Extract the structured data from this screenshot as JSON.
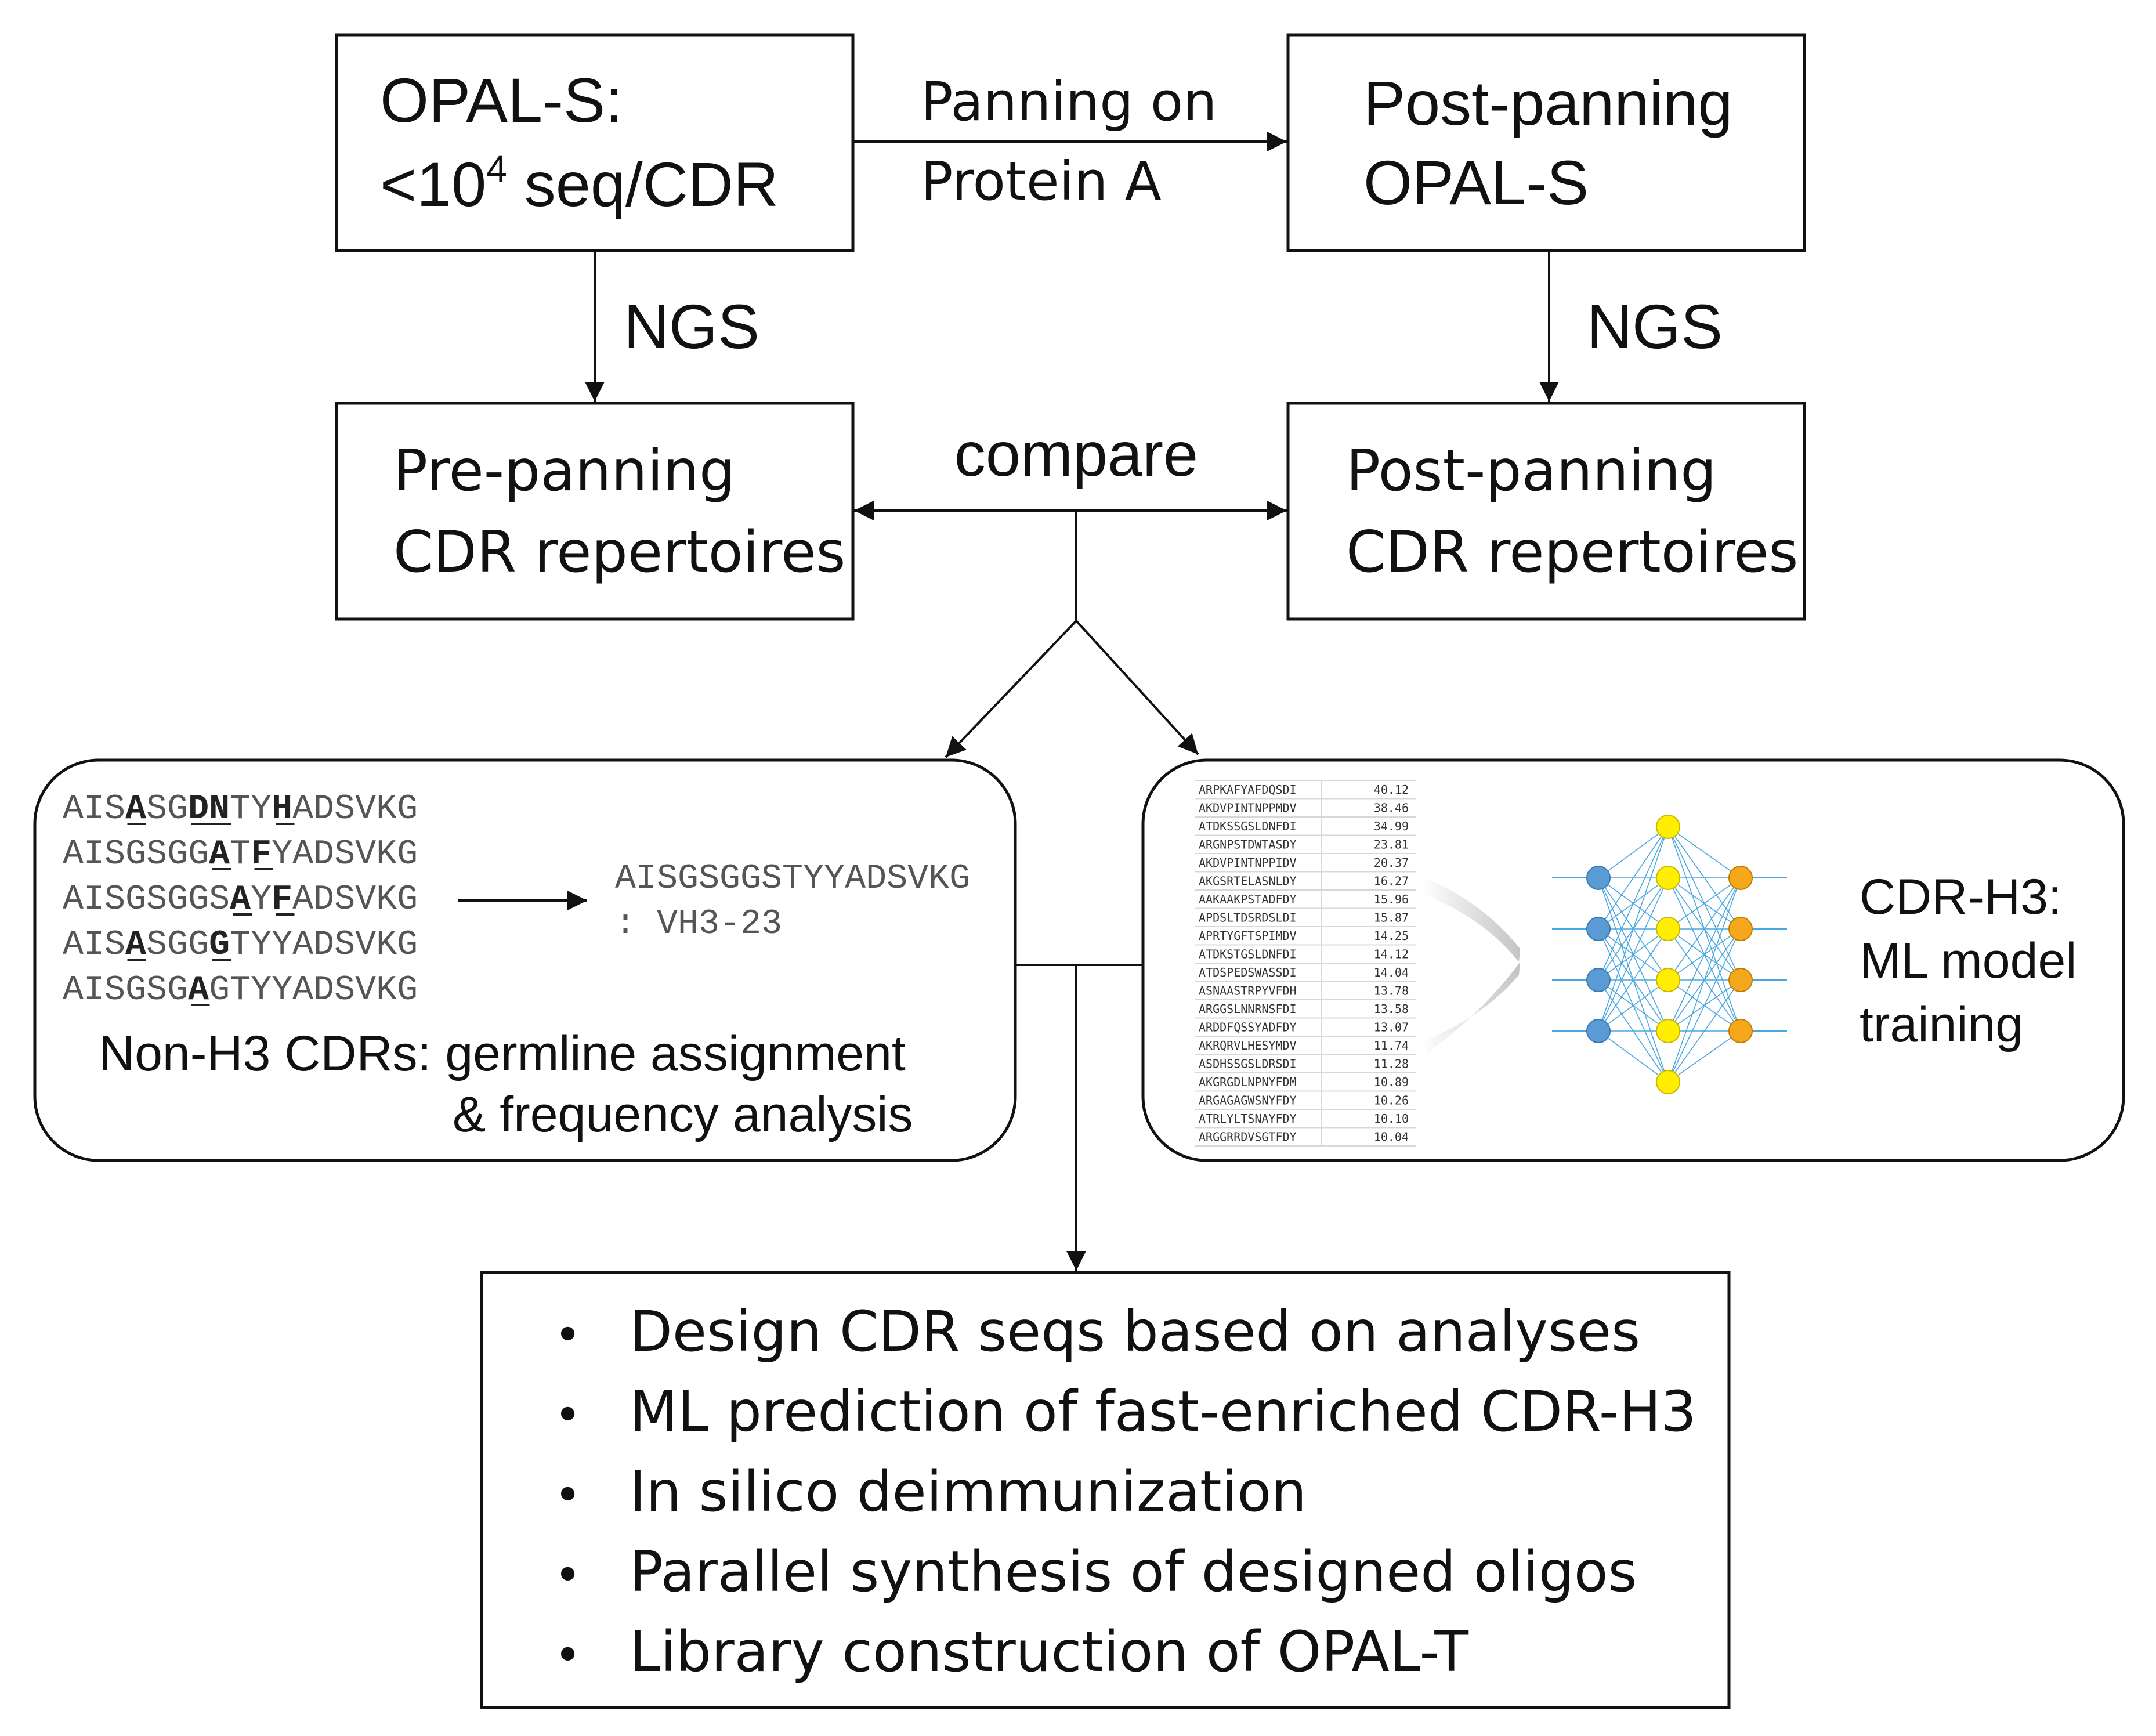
{
  "boxes": {
    "opal_s": {
      "line1": "OPAL-S:",
      "line2_pre": "<10",
      "line2_sup": "4",
      "line2_post": " seq/CDR"
    },
    "post_opal": {
      "line1": "Post-panning",
      "line2": "OPAL-S"
    },
    "pre_rep": {
      "line1": "Pre-panning",
      "line2": "CDR repertoires"
    },
    "post_rep": {
      "line1": "Post-panning",
      "line2": "CDR repertoires"
    }
  },
  "labels": {
    "panning_1": "Panning on",
    "panning_2": "Protein A",
    "ngs_left": "NGS",
    "ngs_right": "NGS",
    "compare": "compare"
  },
  "non_h3": {
    "sequences": [
      [
        [
          "AIS",
          false
        ],
        [
          "A",
          true
        ],
        [
          "SG",
          false
        ],
        [
          "DN",
          true
        ],
        [
          "TY",
          false
        ],
        [
          "H",
          true
        ],
        [
          "ADSVKG",
          false
        ]
      ],
      [
        [
          "AISGSGG",
          false
        ],
        [
          "A",
          true
        ],
        [
          "T",
          false
        ],
        [
          "F",
          true
        ],
        [
          "YADSVKG",
          false
        ]
      ],
      [
        [
          "AISGSGGS",
          false
        ],
        [
          "A",
          true
        ],
        [
          "Y",
          false
        ],
        [
          "F",
          true
        ],
        [
          "ADSVKG",
          false
        ]
      ],
      [
        [
          "AIS",
          false
        ],
        [
          "A",
          true
        ],
        [
          "SGG",
          false
        ],
        [
          "G",
          true
        ],
        [
          "TYYADSVKG",
          false
        ]
      ],
      [
        [
          "AISGSG",
          false
        ],
        [
          "A",
          true
        ],
        [
          "GTYYADSVKG",
          false
        ]
      ]
    ],
    "germline_seq": "AISGSGGSTYYADSVKG",
    "germline_name": ": VH3-23",
    "caption_1": "Non-H3 CDRs: germline assignment",
    "caption_2": "& frequency analysis"
  },
  "h3": {
    "table": [
      [
        "ARPKAFYAFDQSDI",
        "40.12"
      ],
      [
        "AKDVPINTNPPMDV",
        "38.46"
      ],
      [
        "ATDKSSGSLDNFDI",
        "34.99"
      ],
      [
        "ARGNPSTDWTASDY",
        "23.81"
      ],
      [
        "AKDVPINTNPPIDV",
        "20.37"
      ],
      [
        "AKGSRTELASNLDY",
        "16.27"
      ],
      [
        "AAKAAKPSTADFDY",
        "15.96"
      ],
      [
        "APDSLTDSRDSLDI",
        "15.87"
      ],
      [
        "APRTYGFTSPIMDV",
        "14.25"
      ],
      [
        "ATDKSTGSLDNFDI",
        "14.12"
      ],
      [
        "ATDSPEDSWASSDI",
        "14.04"
      ],
      [
        "ASNAASTRPYVFDH",
        "13.78"
      ],
      [
        "ARGGSLNNRNSFDI",
        "13.58"
      ],
      [
        "ARDDFQSSYADFDY",
        "13.07"
      ],
      [
        "AKRQRVLHESYMDV",
        "11.74"
      ],
      [
        "ASDHSSGSLDRSDI",
        "11.28"
      ],
      [
        "AKGRGDLNPNYFDM",
        "10.89"
      ],
      [
        "ARGAGAGWSNYFDY",
        "10.26"
      ],
      [
        "ATRLYLTSNAYFDY",
        "10.10"
      ],
      [
        "ARGGRRDVSGTFDY",
        "10.04"
      ]
    ],
    "caption_1": "CDR-H3:",
    "caption_2": "ML model",
    "caption_3": "training"
  },
  "nn_colors": {
    "input": "#5b9bd5",
    "hidden": "#ffee00",
    "output": "#f5a81c",
    "edge": "#4aa7e0"
  },
  "bullets": [
    "Design CDR seqs based on analyses",
    "ML prediction of fast-enriched CDR-H3",
    "In silico deimmunization",
    "Parallel synthesis of designed oligos",
    "Library construction of OPAL-T"
  ],
  "bullet_char": "•"
}
